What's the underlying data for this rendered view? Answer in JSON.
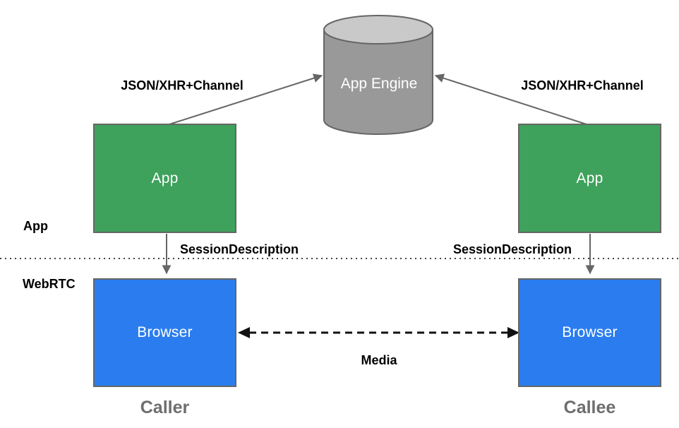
{
  "diagram": {
    "engine": {
      "label": "App Engine"
    },
    "labels": {
      "channel_left": "JSON/XHR+Channel",
      "channel_right": "JSON/XHR+Channel",
      "session_left": "SessionDescription",
      "session_right": "SessionDescription",
      "media": "Media",
      "layer_app": "App",
      "layer_webrtc": "WebRTC"
    },
    "caller": {
      "app": "App",
      "browser": "Browser",
      "title": "Caller"
    },
    "callee": {
      "app": "App",
      "browser": "Browser",
      "title": "Callee"
    },
    "colors": {
      "app_box_green": "#3EA15C",
      "browser_box_blue": "#2B7DEF",
      "cylinder_body": "#999999",
      "cylinder_top": "#C9C9C9",
      "outline_gray": "#666666",
      "media_arrow_black": "#111111",
      "title_gray": "#6E6E6E"
    }
  }
}
